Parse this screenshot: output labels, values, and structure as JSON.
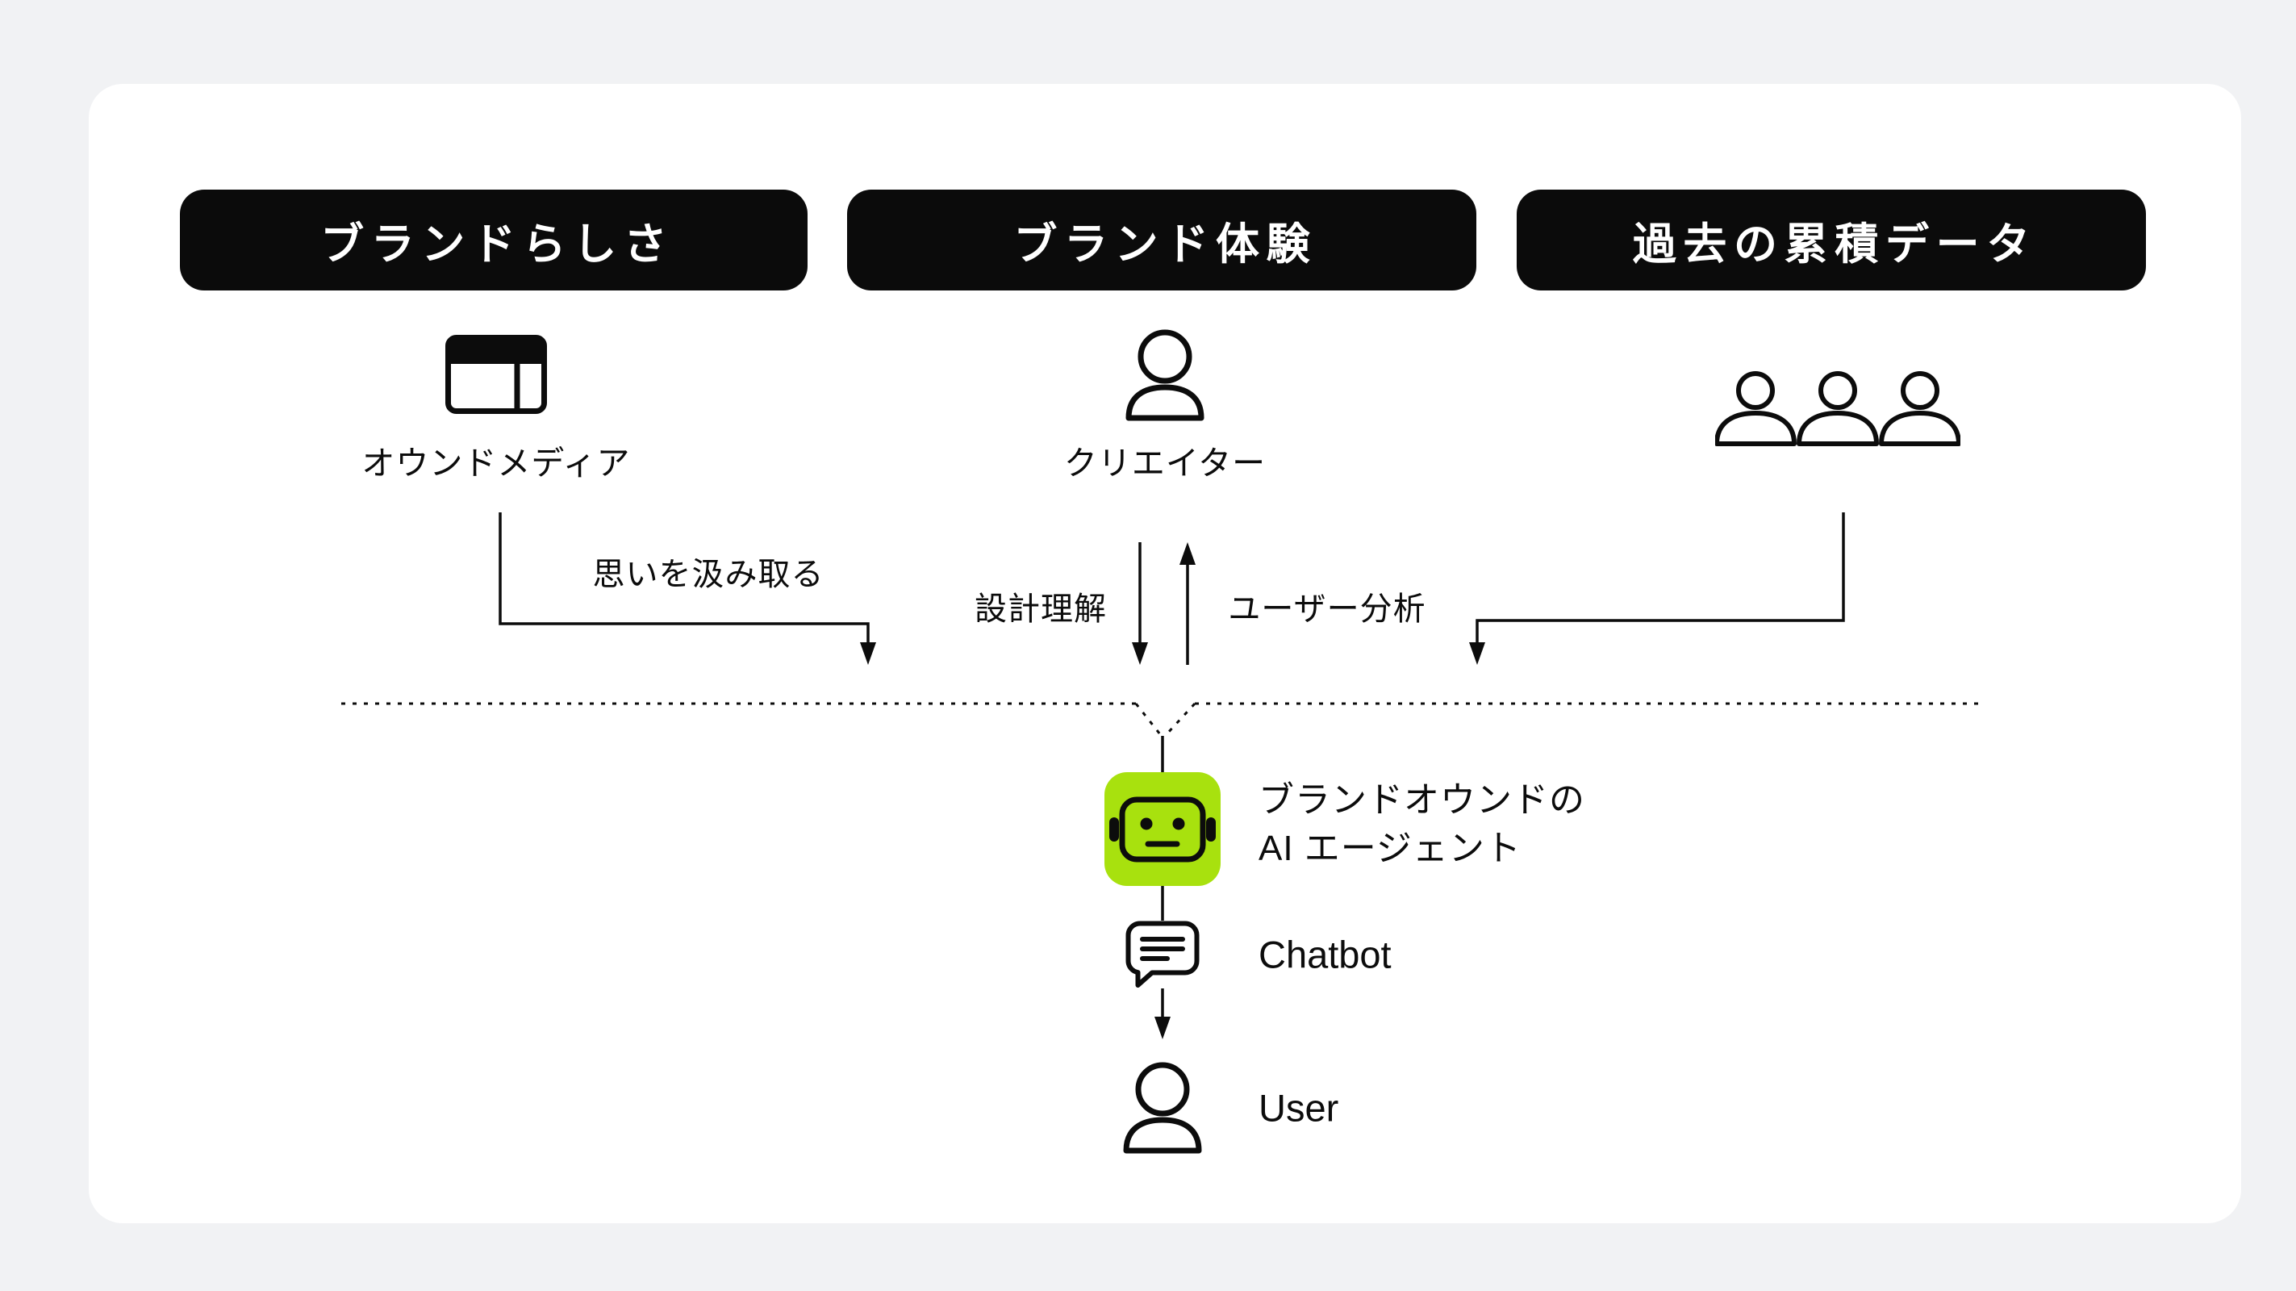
{
  "colors": {
    "background": "#f1f2f4",
    "card": "#ffffff",
    "ink": "#0c0c0c",
    "pill": "#0b0b0b",
    "accent_green": "#a8e10e"
  },
  "headers": [
    {
      "label": "ブランドらしさ"
    },
    {
      "label": "ブランド体験"
    },
    {
      "label": "過去の累積データ"
    }
  ],
  "nodes": {
    "owned_media": {
      "label": "オウンドメディア",
      "icon": "browser-media-icon"
    },
    "creator": {
      "label": "クリエイター",
      "icon": "person-icon"
    },
    "past_data": {
      "icon": "people-group-icon"
    },
    "agent": {
      "label_line1": "ブランドオウンドの",
      "label_line2": "AI エージェント",
      "icon": "robot-icon"
    },
    "chatbot": {
      "label": "Chatbot",
      "icon": "chat-bubble-icon"
    },
    "user": {
      "label": "User",
      "icon": "person-icon"
    }
  },
  "edges": {
    "owned_media_to_agent": {
      "label": "思いを汲み取る"
    },
    "creator_to_agent": {
      "label": "設計理解"
    },
    "agent_to_creator": {
      "label": "ユーザー分析"
    }
  }
}
